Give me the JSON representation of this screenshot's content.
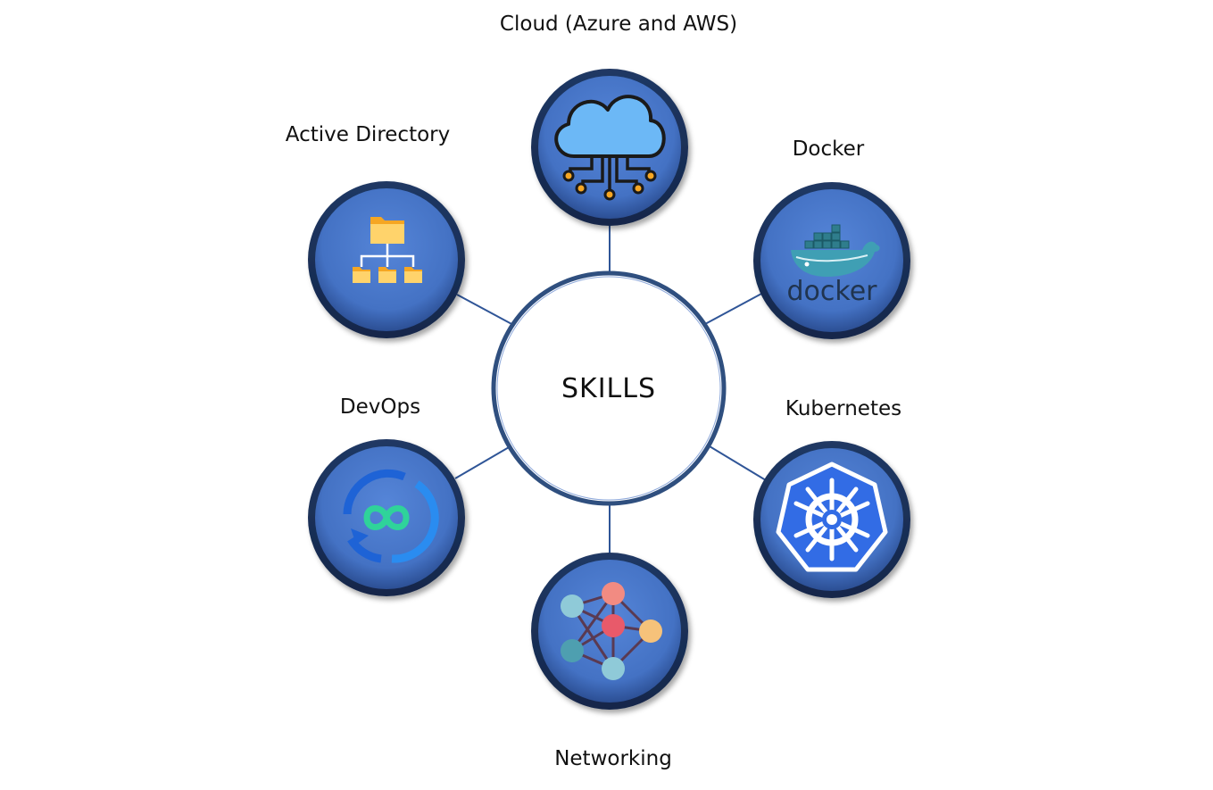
{
  "center": {
    "label": "SKILLS"
  },
  "nodes": [
    {
      "id": "cloud",
      "label": "Cloud (Azure and AWS)",
      "icon": "cloud-network-icon"
    },
    {
      "id": "docker",
      "label": "Docker",
      "icon": "docker-whale-icon",
      "icon_text": "docker"
    },
    {
      "id": "kubernetes",
      "label": "Kubernetes",
      "icon": "kubernetes-helm-icon"
    },
    {
      "id": "networking",
      "label": "Networking",
      "icon": "network-nodes-icon"
    },
    {
      "id": "devops",
      "label": "DevOps",
      "icon": "devops-infinity-icon"
    },
    {
      "id": "active-directory",
      "label": "Active Directory",
      "icon": "folder-tree-icon"
    }
  ],
  "colors": {
    "node_fill": "#4472C4",
    "node_ring": "#1F3864",
    "connector": "#2F5597",
    "center_ring": "#2F4F7F"
  }
}
